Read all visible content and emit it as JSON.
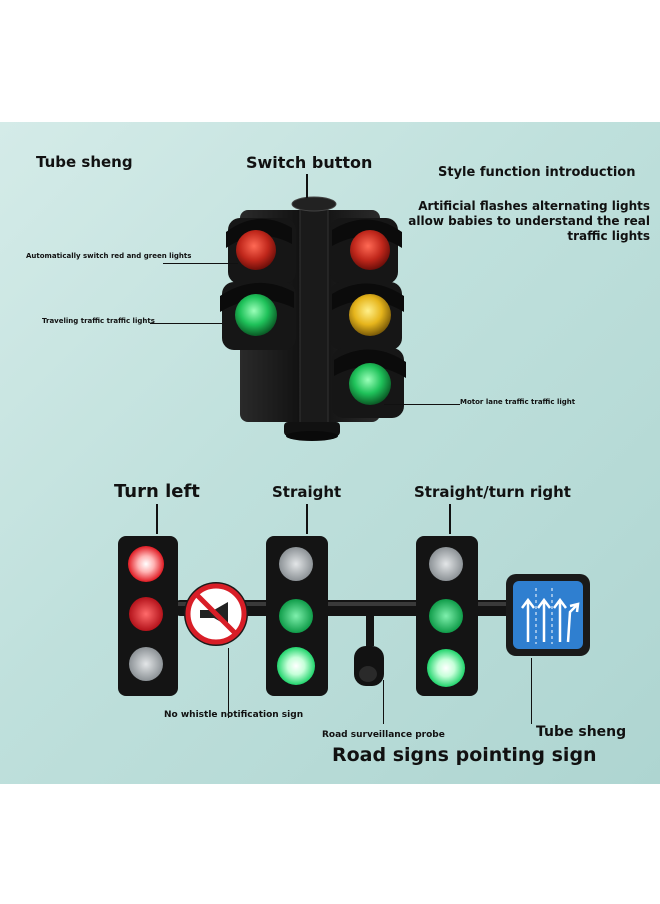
{
  "labels": {
    "tube_sheng_top": "Tube sheng",
    "switch_button": "Switch button",
    "style_title": "Style function introduction",
    "style_desc_1": "Artificial flashes alternating lights",
    "style_desc_2": "allow babies to understand the real",
    "style_desc_3": "traffic lights",
    "auto_switch": "Automatically switch red and green lights",
    "traveling": "Traveling traffic traffic lights",
    "motor_lane": "Motor lane traffic traffic light",
    "turn_left": "Turn left",
    "straight": "Straight",
    "straight_turn_right": "Straight/turn right",
    "no_whistle": "No whistle notification sign",
    "probe": "Road surveillance probe",
    "tube_sheng_bottom": "Tube sheng",
    "road_signs": "Road signs pointing sign"
  },
  "colors": {
    "red": "#e01a22",
    "yellow": "#f0c21c",
    "green": "#1fd46b",
    "sign_blue": "#2f7fd0",
    "background": "#bfe0dc"
  }
}
